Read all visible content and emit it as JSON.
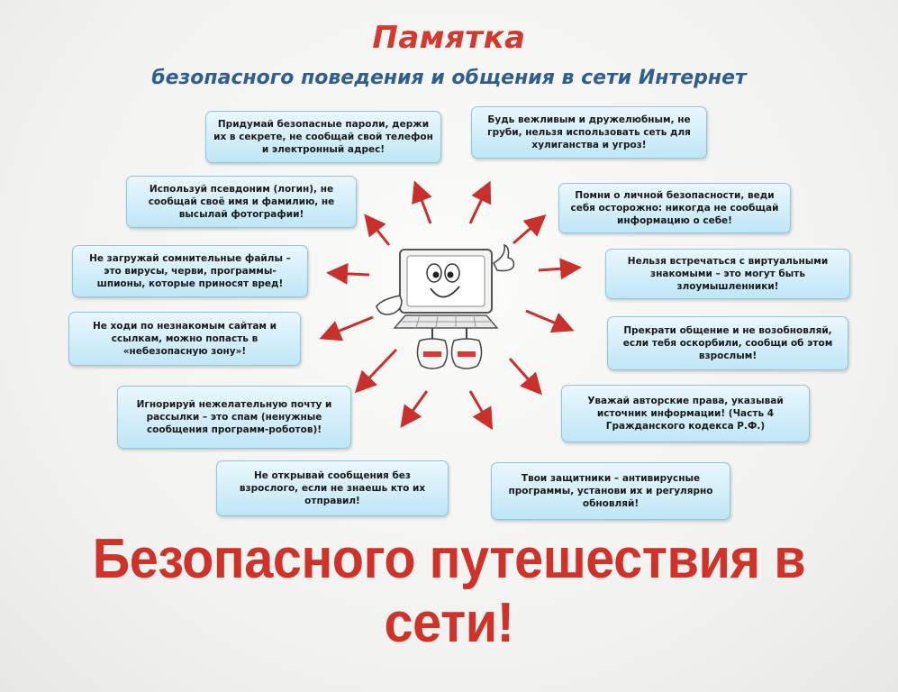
{
  "header": {
    "title": "Памятка",
    "subtitle": "безопасного поведения и общения в сети Интернет"
  },
  "tips": [
    {
      "id": "passwords",
      "text": "Придумай безопасные пароли, держи их в секрете, не сообщай свой телефон и электронный адрес!"
    },
    {
      "id": "polite",
      "text": "Будь вежливым и дружелюбным, не груби, нельзя использовать сеть для хулиганства и угроз!"
    },
    {
      "id": "pseudonym",
      "text": "Используй псевдоним (логин), не сообщай своё имя и фамилию, не высылай фотографии!"
    },
    {
      "id": "personal-safety",
      "text": "Помни о личной безопасности, веди себя осторожно: никогда не сообщай информацию о себе!"
    },
    {
      "id": "files",
      "text": "Не загружай сомнительные файлы – это вирусы, черви, программы-шпионы, которые приносят вред!"
    },
    {
      "id": "meetings",
      "text": "Нельзя встречаться с виртуальными знакомыми – это могут быть злоумышленники!"
    },
    {
      "id": "sites",
      "text": "Не ходи по незнакомым сайтам и ссылкам, можно попасть в «небезопасную зону»!"
    },
    {
      "id": "stop-talking",
      "text": "Прекрати общение и не возобновляй, если тебя оскорбили, сообщи об этом взрослым!"
    },
    {
      "id": "spam",
      "text": "Игнорируй нежелательную почту и рассылки – это спам (ненужные сообщения программ-роботов)!"
    },
    {
      "id": "copyright",
      "text": "Уважай авторские права, указывай источник информации! (Часть 4 Гражданского кодекса Р.Ф.)"
    },
    {
      "id": "messages",
      "text": "Не открывай сообщения без взрослого, если не знаешь кто их отправил!"
    },
    {
      "id": "antivirus",
      "text": "Твои защитники – антивирусные программы, установи их и регулярно обновляй!"
    }
  ],
  "footer": {
    "slogan": "Безопасного путешествия в сети!"
  },
  "colors": {
    "title": "#d2392f",
    "subtitle": "#2f5f8e",
    "box_fill": "#bfe6f6",
    "arrow": "#c9302c"
  },
  "icons": {
    "mascot": "cartoon-computer-icon"
  }
}
